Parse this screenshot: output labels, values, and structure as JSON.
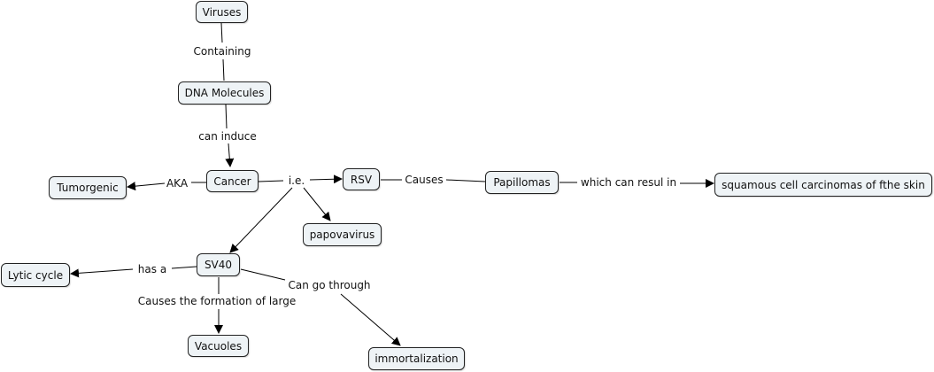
{
  "concepts": {
    "viruses": "Viruses",
    "dna_molecules": "DNA Molecules",
    "cancer": "Cancer",
    "tumorgenic": "Tumorgenic",
    "rsv": "RSV",
    "papillomas": "Papillomas",
    "squamous": "squamous cell carcinomas of fthe skin",
    "papovavirus": "papovavirus",
    "sv40": "SV40",
    "lytic_cycle": "Lytic cycle",
    "vacuoles": "Vacuoles",
    "immortalization": "immortalization"
  },
  "links": {
    "containing": "Containing",
    "can_induce": "can induce",
    "aka": "AKA",
    "ie": "i.e.",
    "causes": "Causes",
    "which_can_result": "which can resul in",
    "has_a": "has a",
    "causes_formation": "Causes the formation of large",
    "can_go_through": "Can go through"
  },
  "colors": {
    "node_fill": "#eef3f6",
    "node_border": "#222222",
    "line": "#000000"
  }
}
